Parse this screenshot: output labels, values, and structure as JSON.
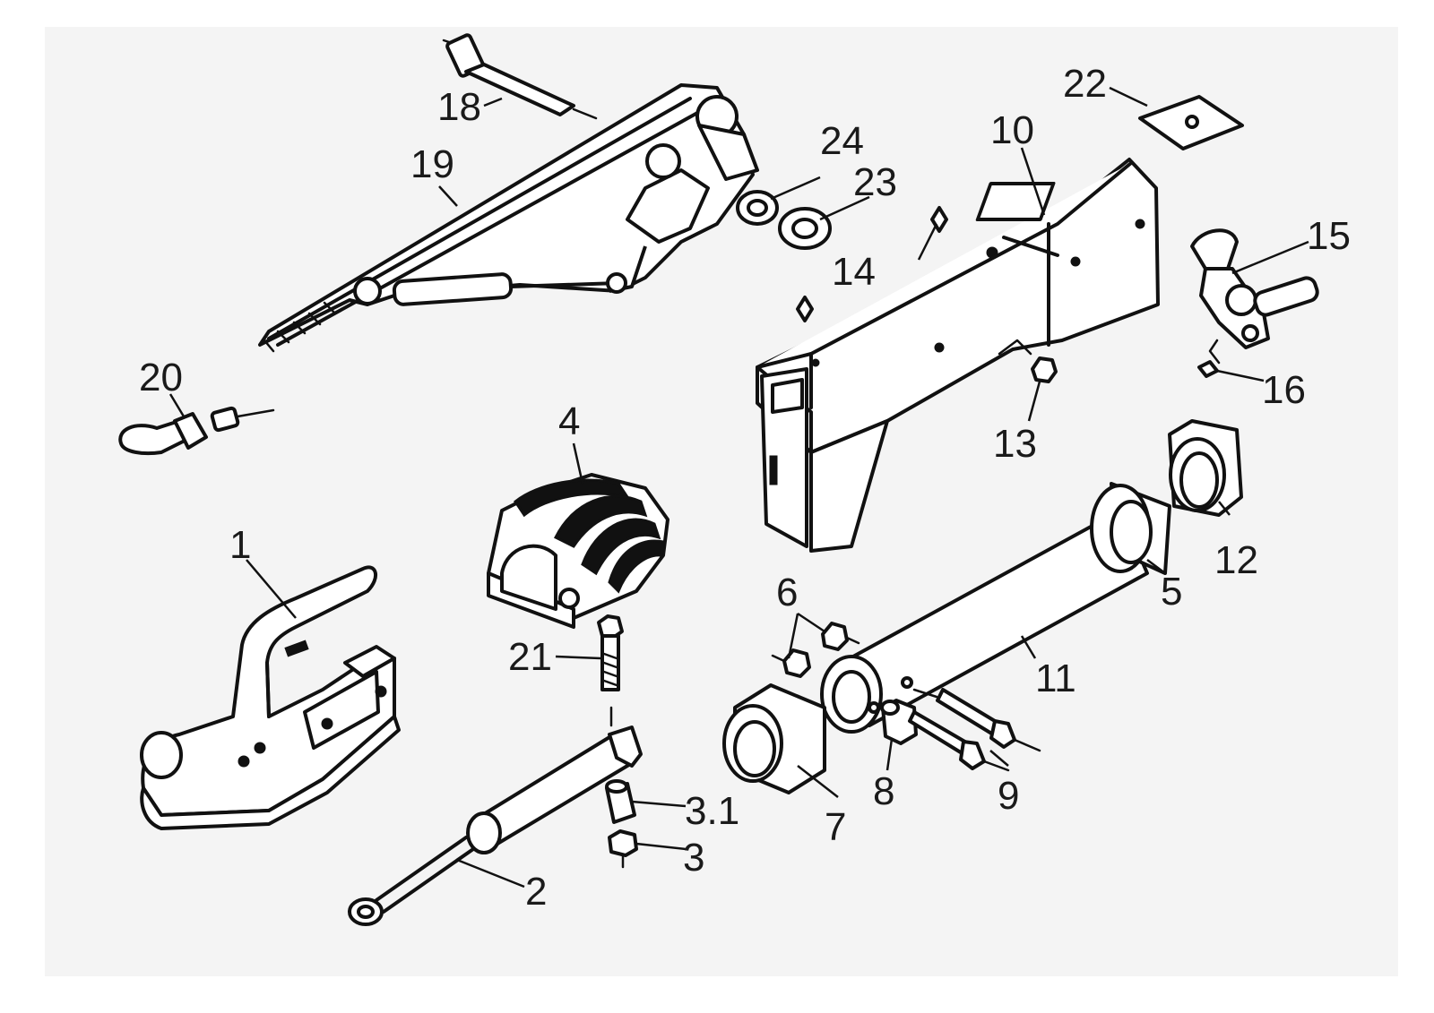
{
  "labels": {
    "p1": "1",
    "p2": "2",
    "p3": "3",
    "p3_1": "3.1",
    "p4": "4",
    "p5": "5",
    "p6": "6",
    "p7": "7",
    "p8": "8",
    "p9": "9",
    "p10": "10",
    "p11": "11",
    "p12": "12",
    "p13": "13",
    "p14a": "14",
    "p14b": "14",
    "p15": "15",
    "p16": "16",
    "p18": "18",
    "p19": "19",
    "p20": "20",
    "p21": "21",
    "p22": "22",
    "p23": "23",
    "p24": "24"
  }
}
